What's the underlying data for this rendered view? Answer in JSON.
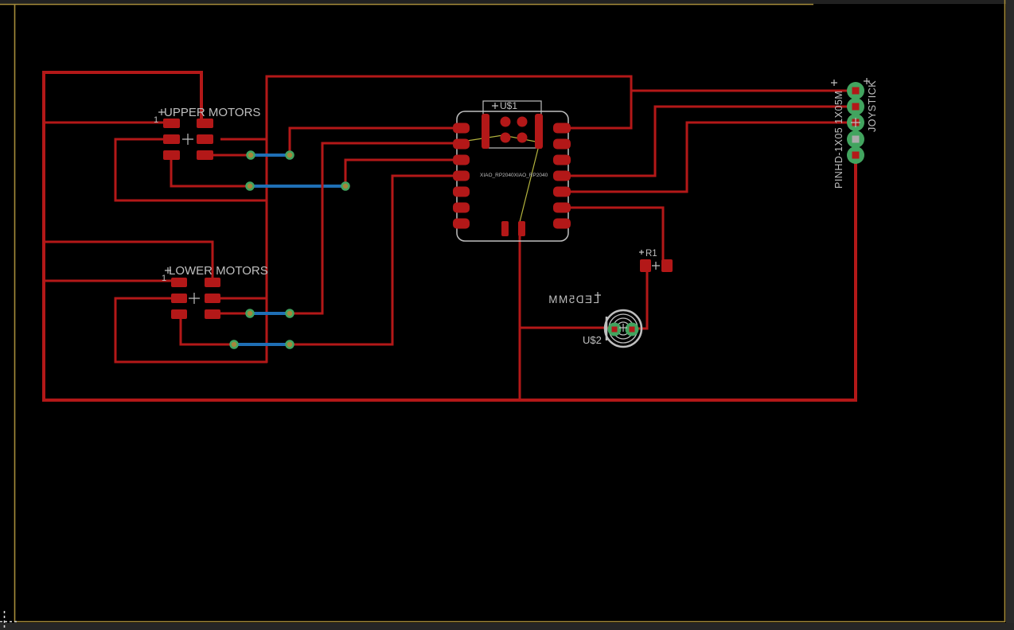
{
  "window": {
    "background": "#000000",
    "outer_background": "#262626"
  },
  "palette": {
    "top_copper": "#b31818",
    "bottom_copper": "#1f6fb5",
    "pad_green": "#42a45f",
    "via_center": "#a5853b",
    "silkscreen": "#bfbfbf",
    "airwire": "#b2b23e",
    "hole_gray": "#ababab",
    "frame": "#a58b3a"
  },
  "components": {
    "upper_motors": {
      "label": "UPPER MOTORS",
      "pin1": "1"
    },
    "lower_motors": {
      "label": "LOWER MOTORS",
      "pin1": "1"
    },
    "mcu": {
      "refdes": "U$1",
      "value": "XIAO_RP2040XIAO_RP2040"
    },
    "resistor": {
      "refdes": "R1"
    },
    "led": {
      "refdes": "U$2",
      "package": "LED5MM"
    },
    "joystick_header": {
      "package": "PINHD-1X05 1X05M",
      "label": "JOYSTICK"
    }
  }
}
